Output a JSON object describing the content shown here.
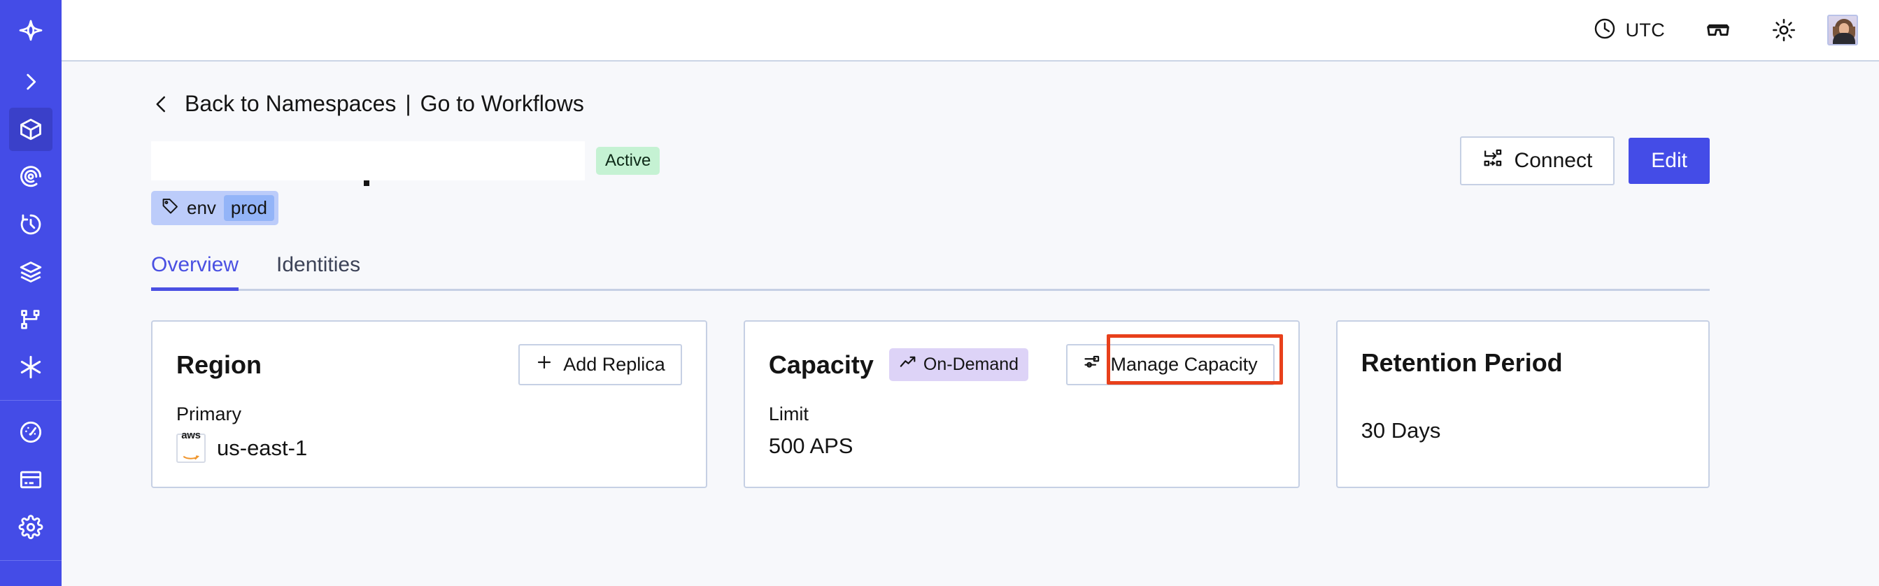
{
  "sidebar": {
    "logo_icon": "temporal-logo-icon",
    "items": [
      {
        "icon": "chevron-right-icon",
        "name": "expand-sidebar",
        "active": false
      },
      {
        "icon": "cube-icon",
        "name": "namespaces",
        "active": true
      },
      {
        "icon": "eye-spiral-icon",
        "name": "observability",
        "active": false
      },
      {
        "icon": "clock-history-icon",
        "name": "schedules",
        "active": false
      },
      {
        "icon": "layers-icon",
        "name": "stacks",
        "active": false
      },
      {
        "icon": "git-branch-icon",
        "name": "workflows",
        "active": false
      },
      {
        "icon": "asterisk-icon",
        "name": "nexus",
        "active": false
      }
    ],
    "bottom_items": [
      {
        "icon": "gauge-icon",
        "name": "usage",
        "active": false
      },
      {
        "icon": "credit-card-icon",
        "name": "billing",
        "active": false
      },
      {
        "icon": "gear-icon",
        "name": "settings",
        "active": false
      }
    ]
  },
  "topbar": {
    "timezone_icon": "clock-icon",
    "timezone_label": "UTC",
    "glasses_icon": "glasses-icon",
    "theme_icon": "sun-icon",
    "avatar_icon": "user-avatar"
  },
  "breadcrumb": {
    "back_icon": "chevron-left-icon",
    "back_label": "Back to Namespaces",
    "separator": "|",
    "forward_label": "Go to Workflows"
  },
  "header": {
    "namespace_name": "",
    "status_badge": "Active",
    "connect_label": "Connect",
    "connect_icon": "connect-flow-icon",
    "edit_label": "Edit",
    "tag": {
      "icon": "tag-icon",
      "key": "env",
      "value": "prod"
    }
  },
  "tabs": [
    {
      "label": "Overview",
      "active": true
    },
    {
      "label": "Identities",
      "active": false
    }
  ],
  "cards": {
    "region": {
      "title": "Region",
      "action_label": "Add Replica",
      "action_icon": "plus-icon",
      "label": "Primary",
      "provider_icon": "aws-logo",
      "provider_text": "aws",
      "value": "us-east-1"
    },
    "capacity": {
      "title": "Capacity",
      "badge_icon": "trending-up-icon",
      "badge_label": "On-Demand",
      "action_label": "Manage Capacity",
      "action_icon": "sliders-icon",
      "label": "Limit",
      "value": "500 APS",
      "highlighted": true
    },
    "retention": {
      "title": "Retention Period",
      "value": "30 Days"
    }
  },
  "colors": {
    "sidebar_bg": "#444CE7",
    "accent": "#4A50E2",
    "page_bg": "#F7F8FB",
    "card_border": "#C6D0E4",
    "status_active_bg": "#C5F2D3",
    "badge_ondemand_bg": "#DDD3F7",
    "tag_bg": "#BCCCFA",
    "tag_value_bg": "#93B4F8",
    "annotation": "#E8401B"
  }
}
